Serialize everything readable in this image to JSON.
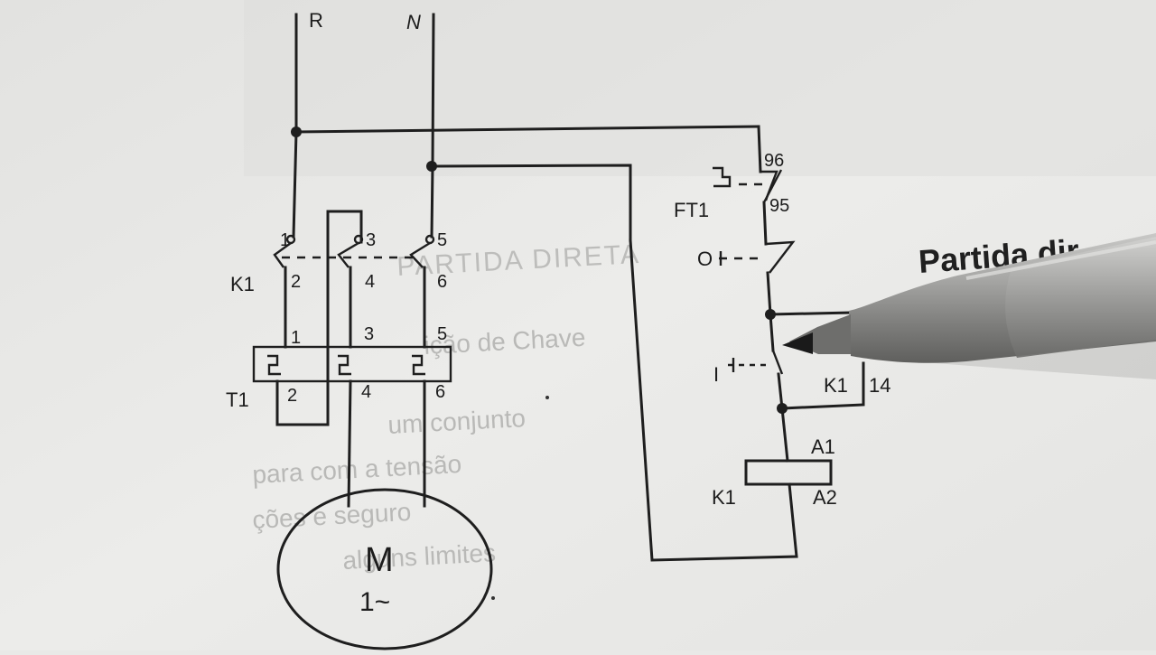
{
  "labels": {
    "supply_r": "R",
    "supply_n": "N",
    "k1_main": "K1",
    "k1_t1": "1",
    "k1_t3": "3",
    "k1_t5": "5",
    "k1_t2": "2",
    "k1_t4": "4",
    "k1_t6": "6",
    "ovl_t1": "1",
    "ovl_t3": "3",
    "ovl_t5": "5",
    "ovl_t2": "2",
    "ovl_t4": "4",
    "ovl_t6": "6",
    "ovl_name": "T1",
    "motor_symbol": "M",
    "motor_phase": "1~",
    "ft1": "FT1",
    "ft_96": "96",
    "ft_95": "95",
    "stop_button": "O",
    "start_button": "I",
    "k1_hold": "K1",
    "k1_hold_14": "14",
    "coil_a1": "A1",
    "coil_a2": "A2",
    "coil_name": "K1"
  },
  "background_text": {
    "heading": "Partida dir",
    "ghost_title": "PARTIDA DIRETA",
    "ghost_line1": "ição de Chave",
    "ghost_line2": "um conjunto",
    "ghost_line3": "para com a tensão",
    "ghost_line4": "ções e seguro",
    "ghost_line5": "alguns limites"
  },
  "colors": {
    "paper": "#e9e9e7",
    "ink": "#1e1e1e",
    "pen_body": "#9a9a98"
  }
}
